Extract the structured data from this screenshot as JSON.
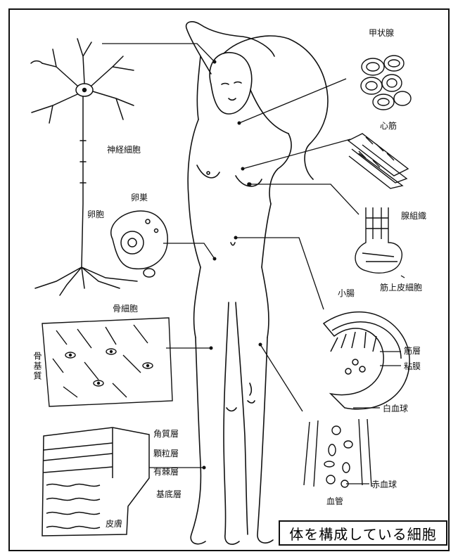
{
  "title": "体を構成している細胞",
  "labels": {
    "thyroid": "甲状腺",
    "nerve_cell": "神経細胞",
    "heart_muscle": "心筋",
    "ovary": "卵巣",
    "ovum": "卵胞",
    "gland_tissue": "腺組織",
    "muscle_epithelial_cell": "筋上皮細胞",
    "small_intestine": "小腸",
    "bone_cell": "骨細胞",
    "bone_matrix": "骨基質",
    "muscle_layer": "筋層",
    "mucosa": "粘膜",
    "white_blood_cell": "白血球",
    "red_blood_cell": "赤血球",
    "blood_vessel": "血管",
    "stratum_corneum": "角質層",
    "granular_layer": "顆粒層",
    "spinous_layer": "有棘層",
    "basal_layer": "基底層",
    "skin": "皮膚"
  }
}
